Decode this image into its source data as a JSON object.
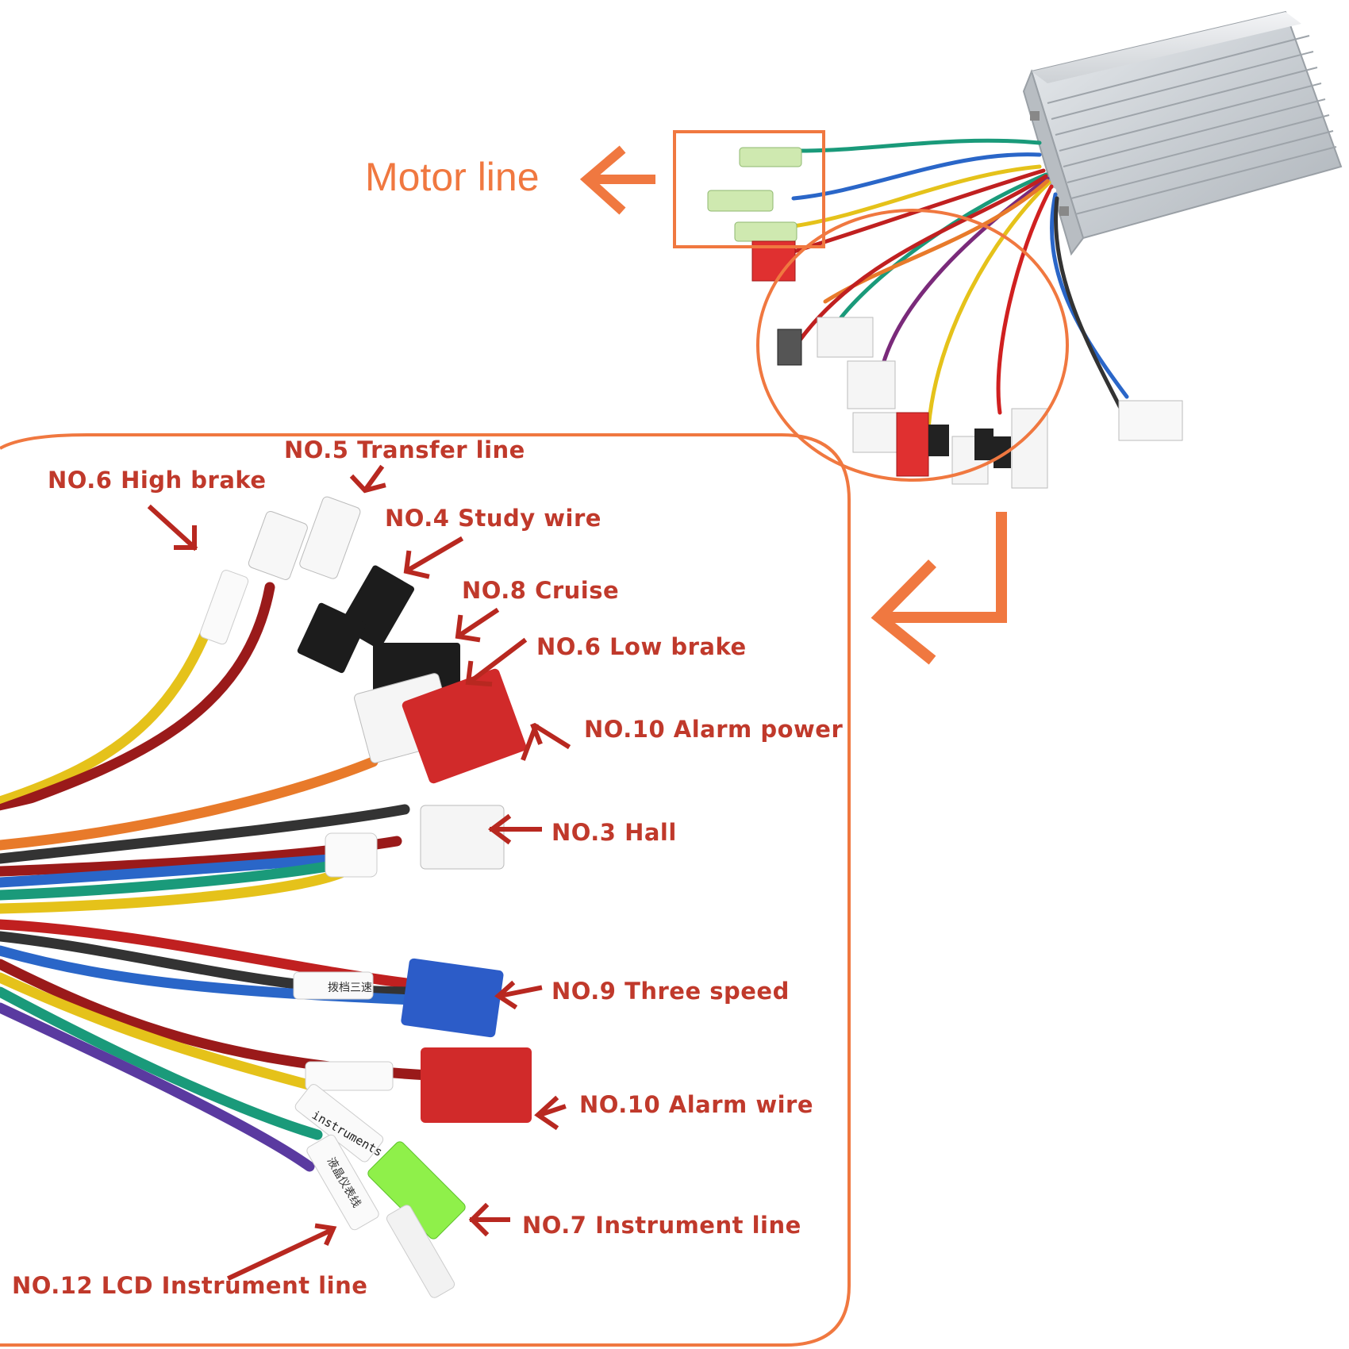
{
  "colors": {
    "accent_orange": "#f07840",
    "label_red": "#c0392b",
    "arrow_red": "#b82820"
  },
  "motor_label": "Motor line",
  "wire_labels": [
    {
      "id": "high-brake",
      "text": "NO.6 High brake"
    },
    {
      "id": "transfer-line",
      "text": "NO.5 Transfer line"
    },
    {
      "id": "study-wire",
      "text": "NO.4 Study wire"
    },
    {
      "id": "cruise",
      "text": "NO.8 Cruise"
    },
    {
      "id": "low-brake",
      "text": "NO.6 Low brake"
    },
    {
      "id": "alarm-power",
      "text": "NO.10 Alarm power"
    },
    {
      "id": "hall",
      "text": "NO.3 Hall"
    },
    {
      "id": "three-speed",
      "text": "NO.9 Three speed"
    },
    {
      "id": "alarm-wire",
      "text": "NO.10 Alarm wire"
    },
    {
      "id": "instrument-line",
      "text": "NO.7 Instrument line"
    },
    {
      "id": "lcd-instrument-line",
      "text": "NO.12 LCD Instrument line"
    }
  ],
  "sleeve_texts": {
    "three_speed_sleeve": "拨档三速",
    "instruments_sleeve": "instruments",
    "lcd_sleeve": "液晶仪表线"
  },
  "icons": [
    "left-arrow-icon",
    "return-arrow-icon",
    "pointer-arrow-icon"
  ]
}
